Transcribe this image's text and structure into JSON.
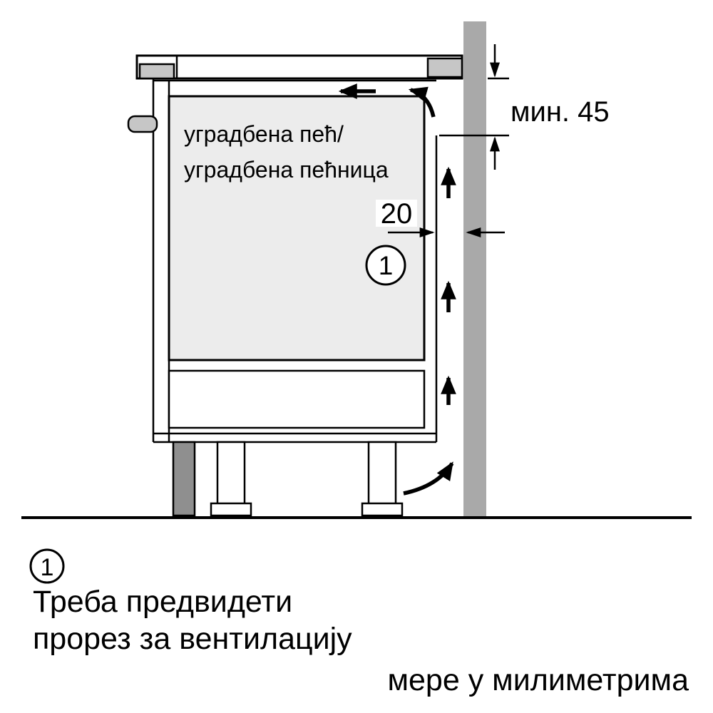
{
  "diagram": {
    "oven_label_line1": "уградбена пећ/",
    "oven_label_line2": "уградбена пећница",
    "min_top_clearance": "мин. 45",
    "rear_gap": "20",
    "callout": "1"
  },
  "legend": {
    "callout": "1",
    "note_line1": "Треба предвидети",
    "note_line2": "прорез за вентилацију",
    "units": "мере у милиметрима"
  },
  "colors": {
    "wall": "#a9a9a9",
    "counter_edge": "#c6c6c6",
    "oven_fill": "#ececec",
    "plinth": "#8f8f8f",
    "line": "#000000",
    "background": "#ffffff"
  }
}
